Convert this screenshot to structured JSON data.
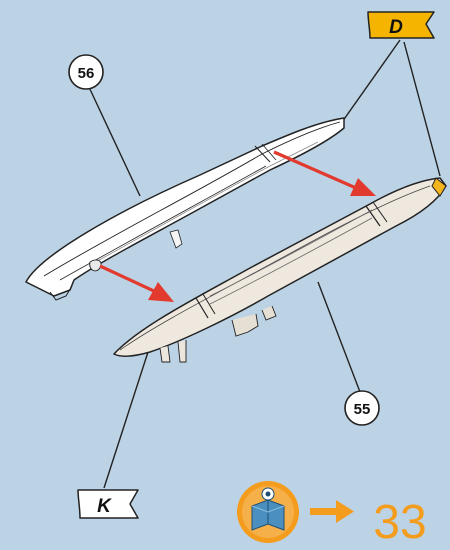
{
  "callouts": {
    "part_upper": "56",
    "part_lower": "55"
  },
  "flags": {
    "flag_d": "D",
    "flag_k": "K"
  },
  "next_step": {
    "label": "33",
    "icon": "book-icon"
  },
  "colors": {
    "background": "#bcd3e6",
    "arrow_red": "#e23a2e",
    "flag_yellow": "#f5b400",
    "flag_white": "#ffffff",
    "part_white": "#ffffff",
    "part_cream": "#efe8df",
    "tip_yellow": "#f2b51d",
    "orange": "#f39c1e",
    "outline": "#222222"
  }
}
